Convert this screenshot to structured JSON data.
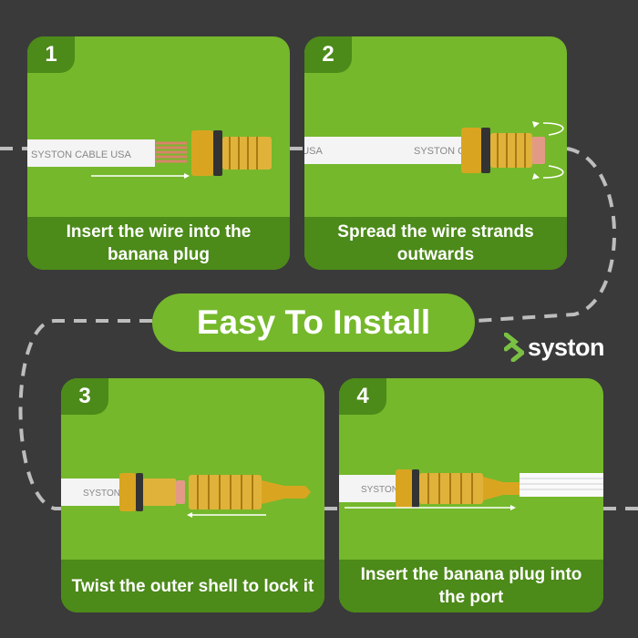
{
  "headline": "Easy To Install",
  "brand": {
    "name": "syston",
    "icon": "syston-s-icon",
    "accent": "#7ac143"
  },
  "colors": {
    "background": "#3a3a3a",
    "card": "#75b82b",
    "band": "#4c8a19",
    "gold": "#d9a520",
    "copper": "#d9846a"
  },
  "steps": [
    {
      "number": "1",
      "caption": "Insert the wire into the banana plug",
      "cable_text": "SYSTON CABLE USA"
    },
    {
      "number": "2",
      "caption": "Spread the wire strands outwards",
      "cable_text": "SYSTON CABLE USA"
    },
    {
      "number": "3",
      "caption": "Twist the outer shell to lock it",
      "cable_text": "SYSTON CABLE USA"
    },
    {
      "number": "4",
      "caption": "Insert the banana plug into the port",
      "cable_text": "SYSTON CABLE USA"
    }
  ]
}
